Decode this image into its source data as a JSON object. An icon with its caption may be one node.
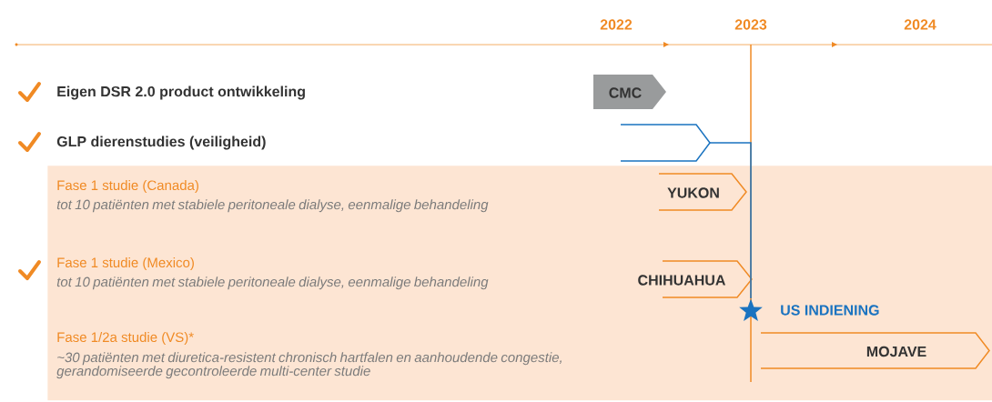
{
  "diagram": {
    "nodes": [
      {
        "text": [
          "CMC"
        ]
      },
      {
        "text": [],
        "shape": "chevron"
      },
      {
        "text": [
          "Fase 1 studie (Canada)",
          "tot 10 patiënten met stabiele peritoneale dialyse, eenmalige behandeling",
          "Fase 1 studie (Mexico)",
          "tot 10 patiënten met stabiele peritoneale dialyse, eenmalige behandeling",
          "Fase 1/2a studie (VS)*",
          "~30 patiënten met diuretica-resistent chronisch hartfalen en aanhoudende congestie, gerandomiseerde gecontroleerde multi-center studie"
        ]
      },
      {
        "text": [
          "YUKON"
        ],
        "in": 2
      },
      {
        "text": [
          "CHIHUAHUA"
        ],
        "in": 2
      },
      {
        "text": [],
        "shape": "star",
        "in": 2,
        "beside": [
          "US INDIENING"
        ]
      },
      {
        "text": [
          "MOJAVE"
        ],
        "in": 2
      }
    ],
    "edges": [
      {
        "from": 1,
        "to": 5,
        "arrow": "none",
        "color": "#1a73c0"
      }
    ],
    "labels": [
      "2022",
      "2023",
      "2024",
      "Eigen DSR 2.0 product ontwikkeling",
      "GLP dierenstudies (veiligheid)"
    ]
  }
}
